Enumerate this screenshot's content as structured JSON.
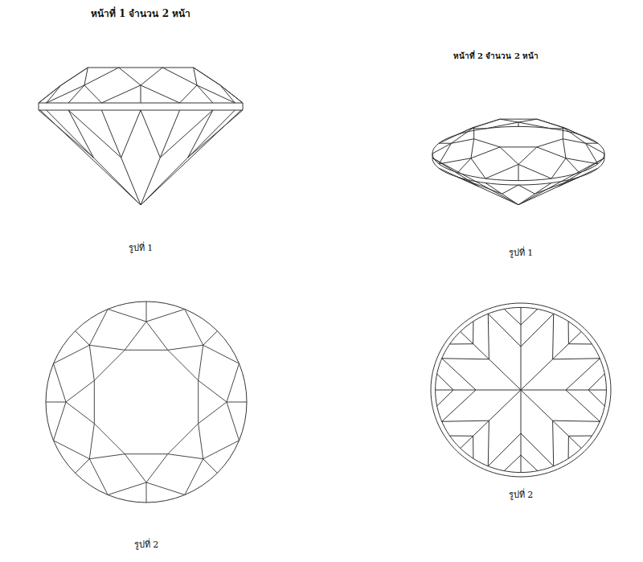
{
  "diagram": {
    "labels": [
      "หน้าที่ 1 จำนวน 2 หน้า",
      "รูปที่ 1",
      "รูปที่ 2",
      "หน้าที่ 2 จำนวน 2 หน้า",
      "รูปที่ 1",
      "รูปที่ 2"
    ]
  }
}
